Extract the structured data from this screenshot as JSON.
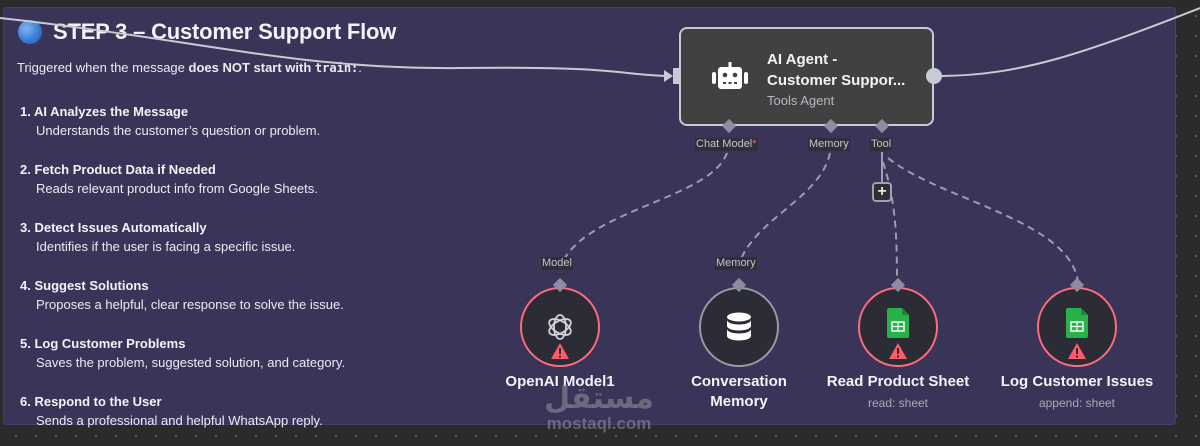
{
  "sticky_note": {
    "title": "STEP 3 – Customer Support Flow",
    "subtitle_prefix": "Triggered when the message ",
    "subtitle_bold": "does NOT start with ",
    "subtitle_code": "train:",
    "subtitle_suffix": ".",
    "steps": [
      {
        "heading": "1. AI Analyzes the Message",
        "detail": "Understands the customer’s question or problem."
      },
      {
        "heading": "2. Fetch Product Data if Needed",
        "detail": "Reads relevant product info from Google Sheets."
      },
      {
        "heading": "3. Detect Issues Automatically",
        "detail": "Identifies if the user is facing a specific issue."
      },
      {
        "heading": "4. Suggest Solutions",
        "detail": "Proposes a helpful, clear response to solve the issue."
      },
      {
        "heading": "5. Log Customer Problems",
        "detail": "Saves the problem, suggested solution, and category."
      },
      {
        "heading": "6. Respond to the User",
        "detail": "Sends a professional and helpful WhatsApp reply."
      }
    ]
  },
  "agent_node": {
    "name_line1": "AI Agent -",
    "name_line2": "Customer Suppor...",
    "subtitle": "Tools Agent",
    "icon": "robot-icon",
    "ports": {
      "chat_model": "Chat Model",
      "chat_model_required": "*",
      "memory": "Memory",
      "tool": "Tool"
    }
  },
  "add_tool_button": "+",
  "sub_nodes": [
    {
      "name": "OpenAI Model1",
      "port_label": "Model",
      "icon": "openai-icon",
      "status": "warning",
      "subtitle": ""
    },
    {
      "name_line1": "Conversation",
      "name_line2": "Memory",
      "port_label": "Memory",
      "icon": "database-icon",
      "status": "ok",
      "subtitle": ""
    },
    {
      "name": "Read Product Sheet",
      "icon": "google-sheets-icon",
      "status": "warning",
      "subtitle": "read: sheet"
    },
    {
      "name": "Log Customer Issues",
      "icon": "google-sheets-icon",
      "status": "warning",
      "subtitle": "append: sheet"
    }
  ],
  "watermark": {
    "arabic": "مستقل",
    "latin": "mostaql.com"
  },
  "colors": {
    "sticky_bg": "#3a3458",
    "canvas_bg": "#2b2b2b",
    "error": "#ff6d7c",
    "sheets_green": "#27b24a"
  }
}
